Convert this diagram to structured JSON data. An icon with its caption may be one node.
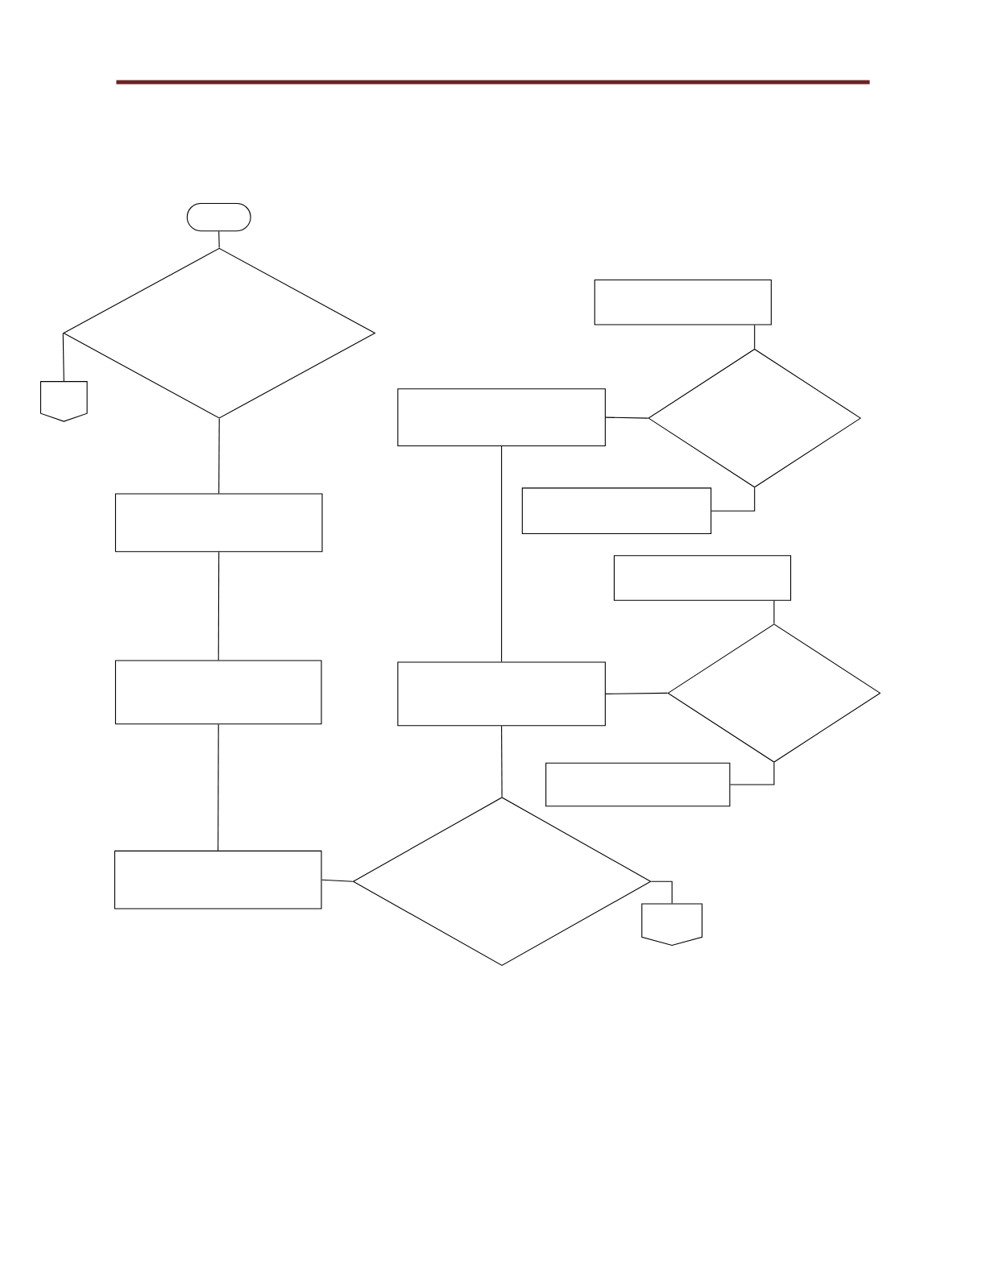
{
  "diagram": {
    "nodes": [
      {
        "text": [],
        "shape": "terminal"
      },
      {
        "text": [],
        "shape": "diamond"
      },
      {
        "text": [],
        "shape": "pentagon"
      },
      {
        "text": [],
        "shape": "box"
      },
      {
        "text": [],
        "shape": "diamond"
      },
      {
        "text": [],
        "shape": "box"
      },
      {
        "text": [],
        "shape": "box"
      },
      {
        "text": [],
        "shape": "box"
      },
      {
        "text": [],
        "shape": "box"
      },
      {
        "text": [],
        "shape": "diamond"
      },
      {
        "text": [],
        "shape": "box"
      },
      {
        "text": [],
        "shape": "box"
      },
      {
        "text": [],
        "shape": "box"
      },
      {
        "text": [],
        "shape": "box"
      },
      {
        "text": [],
        "shape": "diamond"
      },
      {
        "text": [],
        "shape": "pentagon"
      }
    ],
    "edges": [
      {
        "from": 0,
        "to": 1,
        "arrow": "none"
      },
      {
        "from": 1,
        "to": 2,
        "arrow": "none"
      },
      {
        "from": 1,
        "to": 6,
        "arrow": "none"
      },
      {
        "from": 6,
        "to": 10,
        "arrow": "none"
      },
      {
        "from": 10,
        "to": 13,
        "arrow": "none"
      },
      {
        "from": 13,
        "to": 14,
        "arrow": "none"
      },
      {
        "from": 14,
        "to": 11,
        "arrow": "none"
      },
      {
        "from": 11,
        "to": 5,
        "arrow": "none"
      },
      {
        "from": 5,
        "to": 4,
        "arrow": "none"
      },
      {
        "from": 3,
        "to": 4,
        "arrow": "none"
      },
      {
        "from": 4,
        "to": 7,
        "arrow": "none"
      },
      {
        "from": 11,
        "to": 9,
        "arrow": "none"
      },
      {
        "from": 8,
        "to": 9,
        "arrow": "none"
      },
      {
        "from": 9,
        "to": 12,
        "arrow": "none"
      },
      {
        "from": 14,
        "to": 15,
        "arrow": "none"
      }
    ]
  }
}
